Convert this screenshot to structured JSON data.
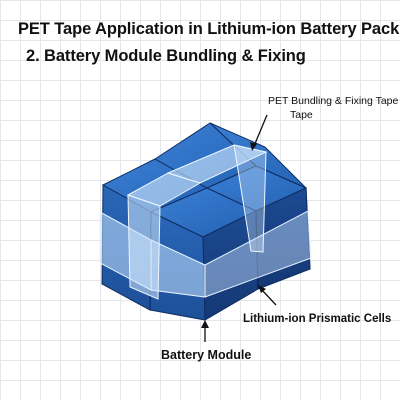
{
  "header": {
    "title": "PET Tape Application in Lithium-ion Battery Pack",
    "subtitle": "2. Battery Module Bundling & Fixing"
  },
  "labels": {
    "tape_line1": "PET Bundling & Fixing Tape",
    "tape_line2": "Tape",
    "cells": "Lithium-ion Prismatic Cells",
    "module": "Battery Module"
  },
  "colors": {
    "cell_top": "#2e6fc4",
    "cell_front": "#2159a8",
    "cell_side": "#173f80",
    "tape": "#c9e3ff",
    "background": "#ffffff",
    "grid": "#e3e6ea"
  }
}
